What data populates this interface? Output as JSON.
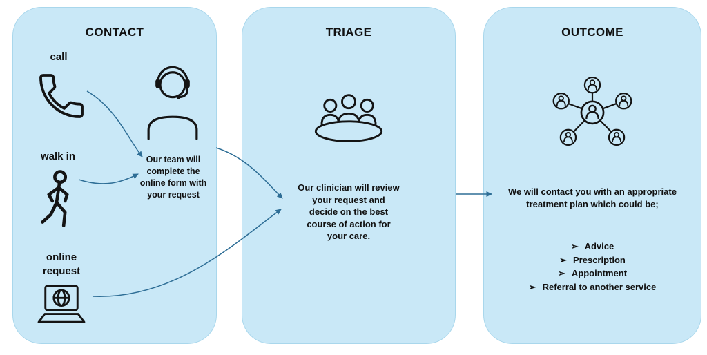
{
  "colors": {
    "background": "#ffffff",
    "panel_fill": "#c9e8f7",
    "panel_border": "#a9d7ec",
    "arrow": "#2e6e96",
    "ink": "#141414"
  },
  "panels": {
    "contact": {
      "title": "CONTACT",
      "labels": {
        "call": "call",
        "walk_in": "walk in",
        "online_request": "online request"
      },
      "team_text": "Our team will complete the online form with your request",
      "icons": [
        "phone-icon",
        "walking-person-icon",
        "laptop-globe-icon",
        "call-handler-headset-icon"
      ]
    },
    "triage": {
      "title": "TRIAGE",
      "clinician_text": "Our clinician will review your request and decide on the best course of action for your care.",
      "icons": [
        "meeting-table-icon"
      ]
    },
    "outcome": {
      "title": "OUTCOME",
      "intro_text": "We will contact you with an appropriate treatment plan which could be;",
      "bullet": "➢",
      "options": [
        "Advice",
        "Prescription",
        "Appointment",
        "Referral to another service"
      ],
      "icons": [
        "people-network-icon"
      ]
    }
  }
}
